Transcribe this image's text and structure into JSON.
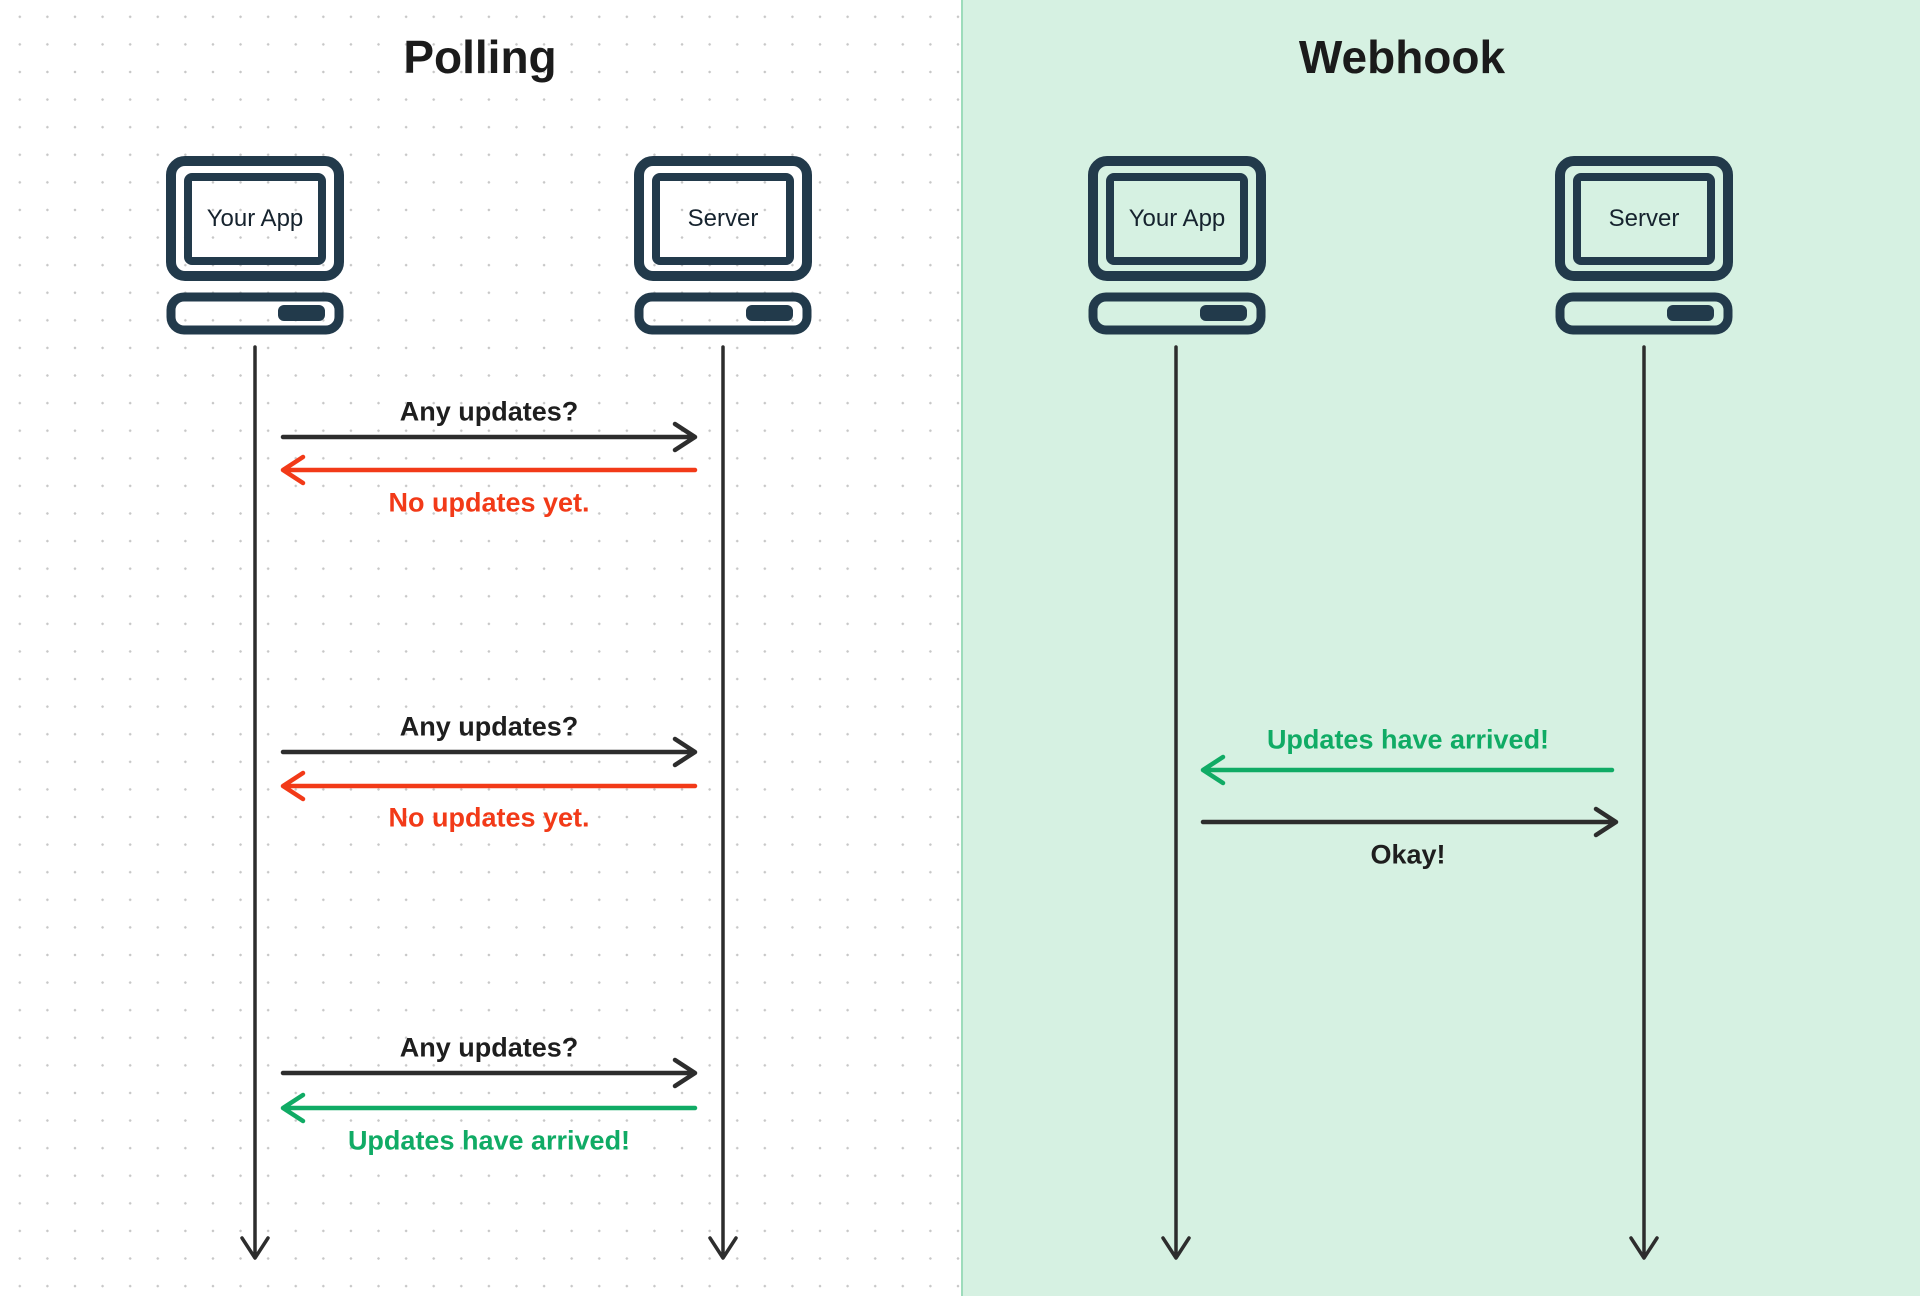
{
  "diagram": {
    "type": "sequence-comparison",
    "panels": [
      {
        "id": "polling",
        "title": "Polling",
        "background": "#ffffff",
        "actors": [
          {
            "label": "Your App"
          },
          {
            "label": "Server"
          }
        ],
        "messages": [
          {
            "text": "Any updates?",
            "from": "Your App",
            "to": "Server",
            "direction": "right",
            "color": "#2d2d2d"
          },
          {
            "text": "No updates yet.",
            "from": "Server",
            "to": "Your App",
            "direction": "left",
            "color": "#f23a18"
          },
          {
            "text": "Any updates?",
            "from": "Your App",
            "to": "Server",
            "direction": "right",
            "color": "#2d2d2d"
          },
          {
            "text": "No updates yet.",
            "from": "Server",
            "to": "Your App",
            "direction": "left",
            "color": "#f23a18"
          },
          {
            "text": "Any updates?",
            "from": "Your App",
            "to": "Server",
            "direction": "right",
            "color": "#2d2d2d"
          },
          {
            "text": "Updates have arrived!",
            "from": "Server",
            "to": "Your App",
            "direction": "left",
            "color": "#10ab65"
          }
        ]
      },
      {
        "id": "webhook",
        "title": "Webhook",
        "background": "#d6f1e2",
        "actors": [
          {
            "label": "Your App"
          },
          {
            "label": "Server"
          }
        ],
        "messages": [
          {
            "text": "Updates have arrived!",
            "from": "Server",
            "to": "Your App",
            "direction": "left",
            "color": "#10ab65"
          },
          {
            "text": "Okay!",
            "from": "Your App",
            "to": "Server",
            "direction": "right",
            "color": "#2d2d2d"
          }
        ]
      }
    ],
    "colors": {
      "panel_left_bg": "#ffffff",
      "panel_right_bg": "#d6f1e2",
      "divider_green": "#9ddcbb",
      "dot_grid": "#c7c7c7",
      "computer_outline_navy": "#223a4b",
      "arrow_black": "#2d2d2d",
      "alert_red": "#f23a18",
      "success_green": "#10ab65",
      "title_text": "#1b1b1b"
    }
  }
}
